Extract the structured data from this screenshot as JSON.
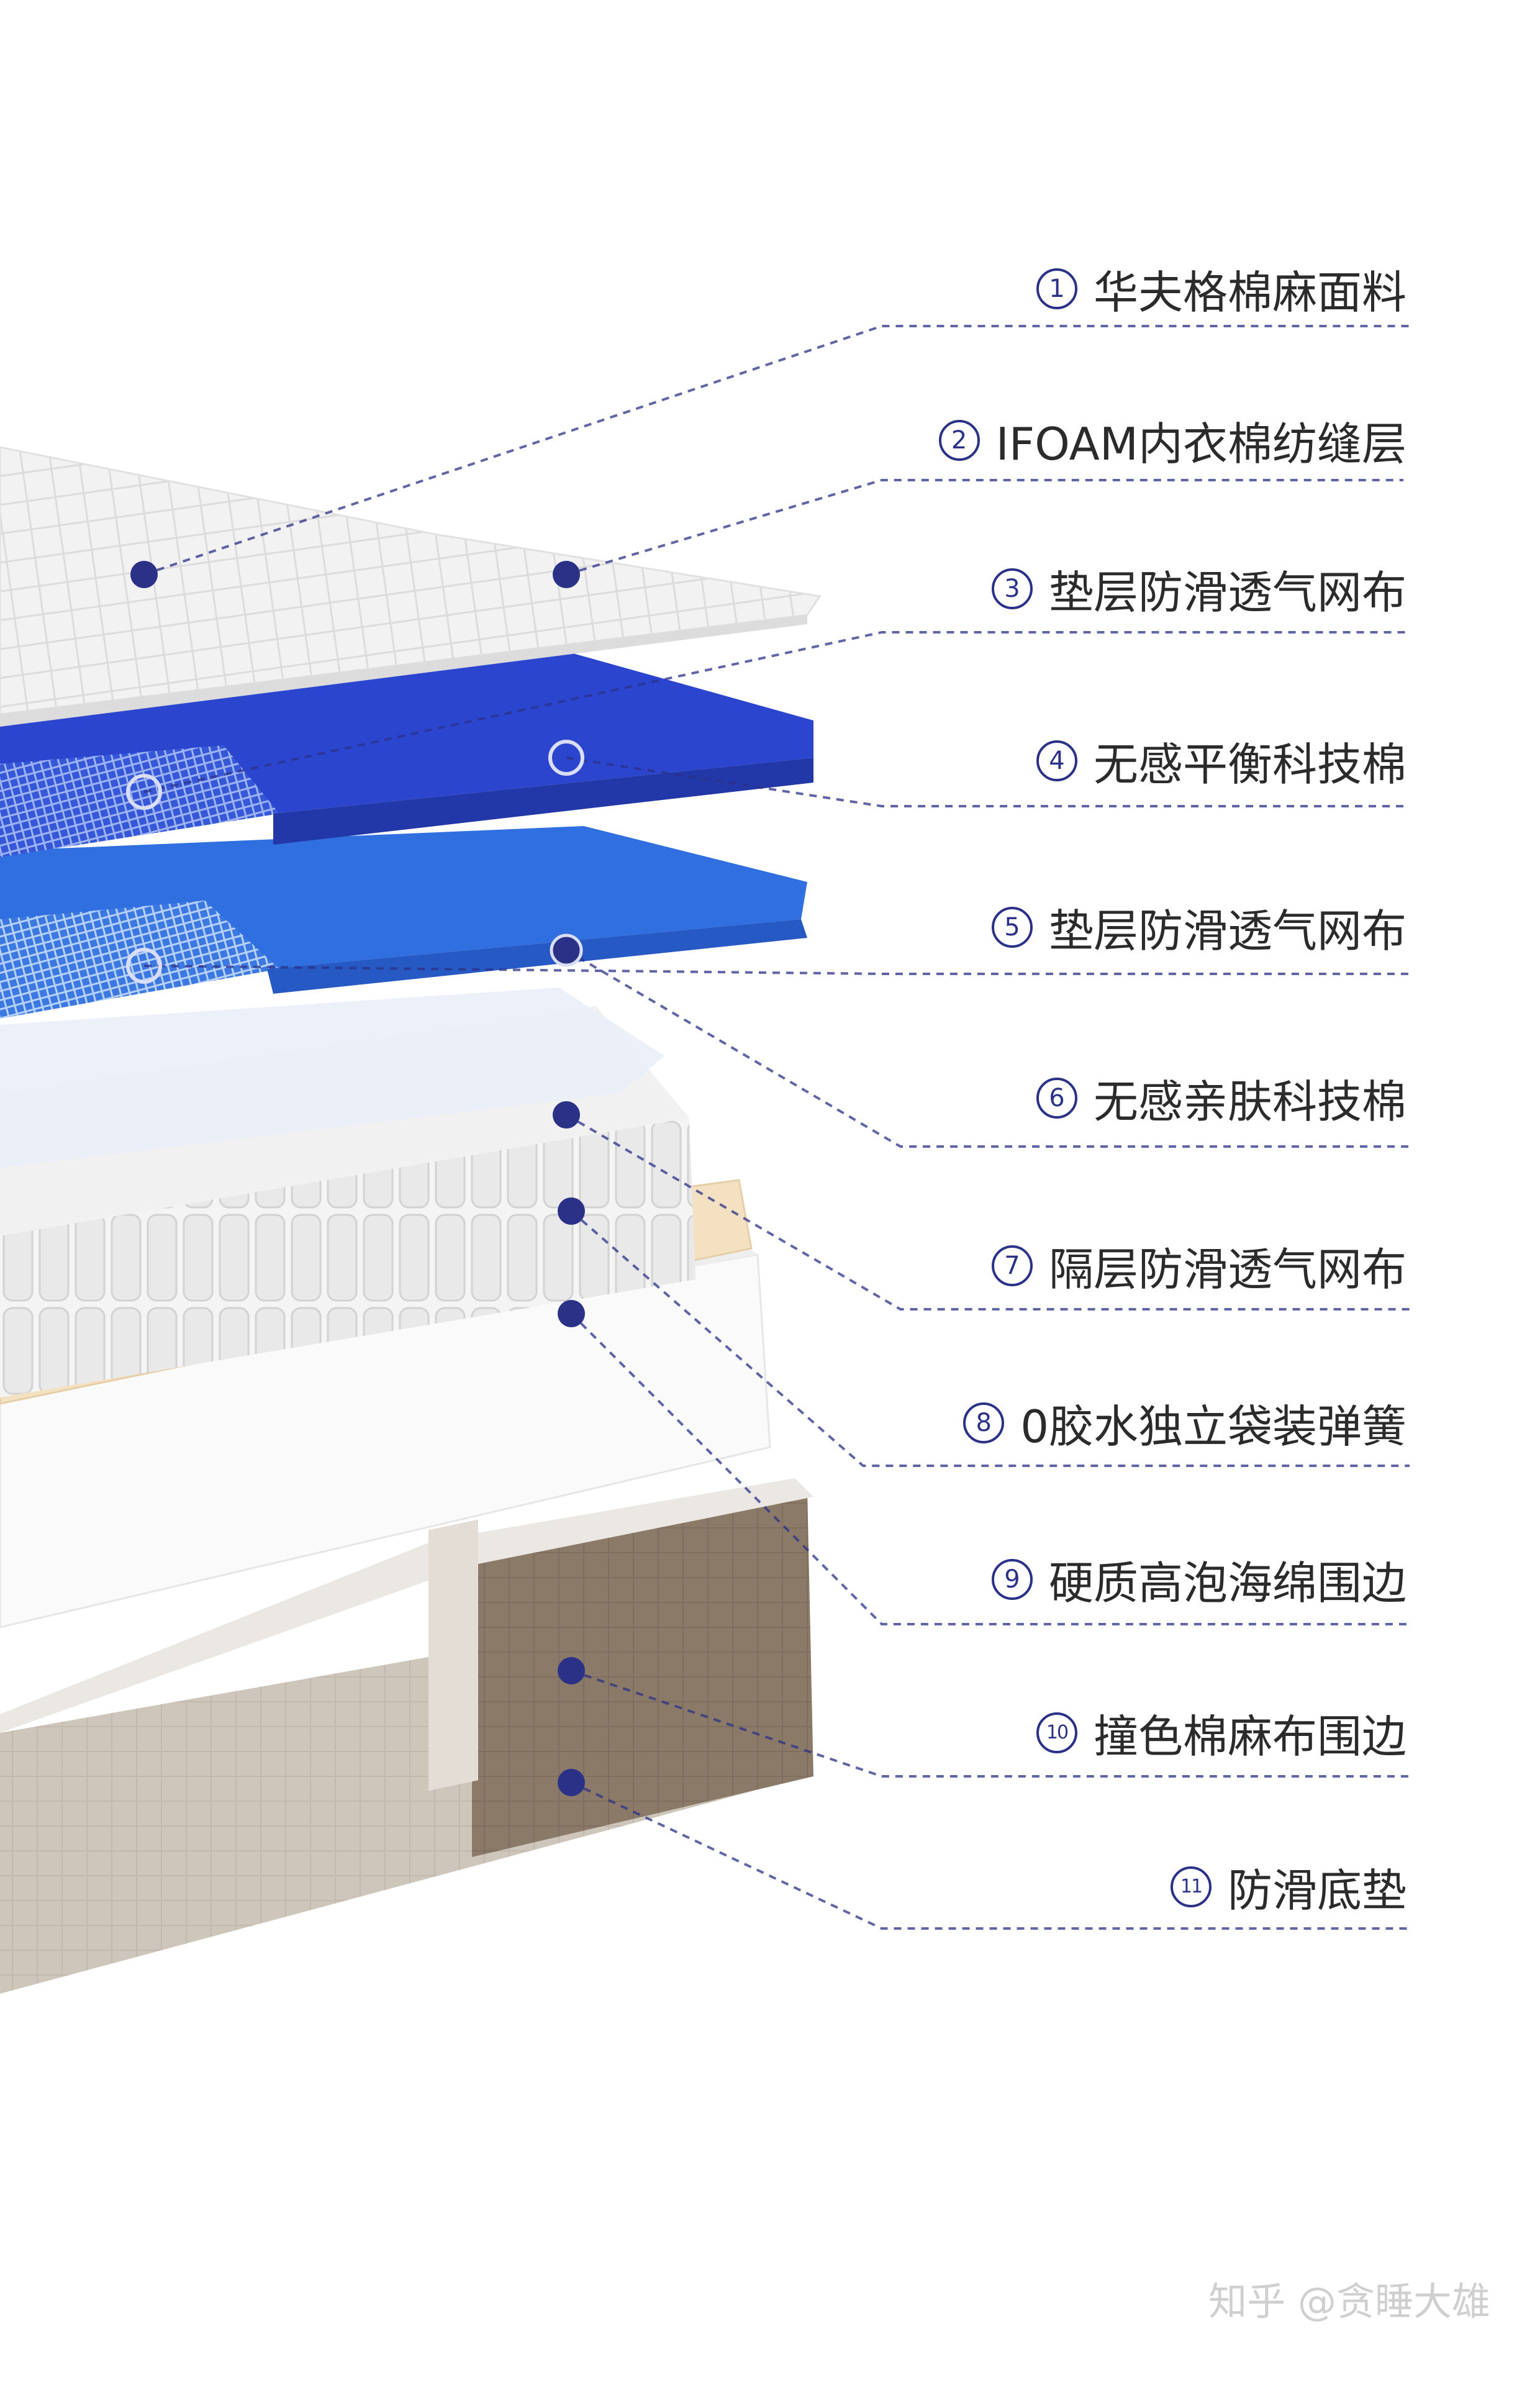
{
  "labels": [
    {
      "num": "1",
      "text": "华夫格棉麻面料"
    },
    {
      "num": "2",
      "text": "IFOAM内衣棉纺缝层"
    },
    {
      "num": "3",
      "text": "垫层防滑透气网布"
    },
    {
      "num": "4",
      "text": "无感平衡科技棉"
    },
    {
      "num": "5",
      "text": "垫层防滑透气网布"
    },
    {
      "num": "6",
      "text": "无感亲肤科技棉"
    },
    {
      "num": "7",
      "text": "隔层防滑透气网布"
    },
    {
      "num": "8",
      "text": "0胶水独立袋装弹簧"
    },
    {
      "num": "9",
      "text": "硬质高泡海绵围边"
    },
    {
      "num": "10",
      "text": "撞色棉麻布围边"
    },
    {
      "num": "11",
      "text": "防滑底垫"
    }
  ],
  "watermark": "知乎 @贪睡大雄",
  "colors": {
    "accent": "#2c3188",
    "blue_layer": "#2d4fd6",
    "blue_layer_light": "#3f7fe6",
    "cream": "#f3e1c2",
    "taupe": "#8e7c6c",
    "linen": "#c9bfb3"
  }
}
